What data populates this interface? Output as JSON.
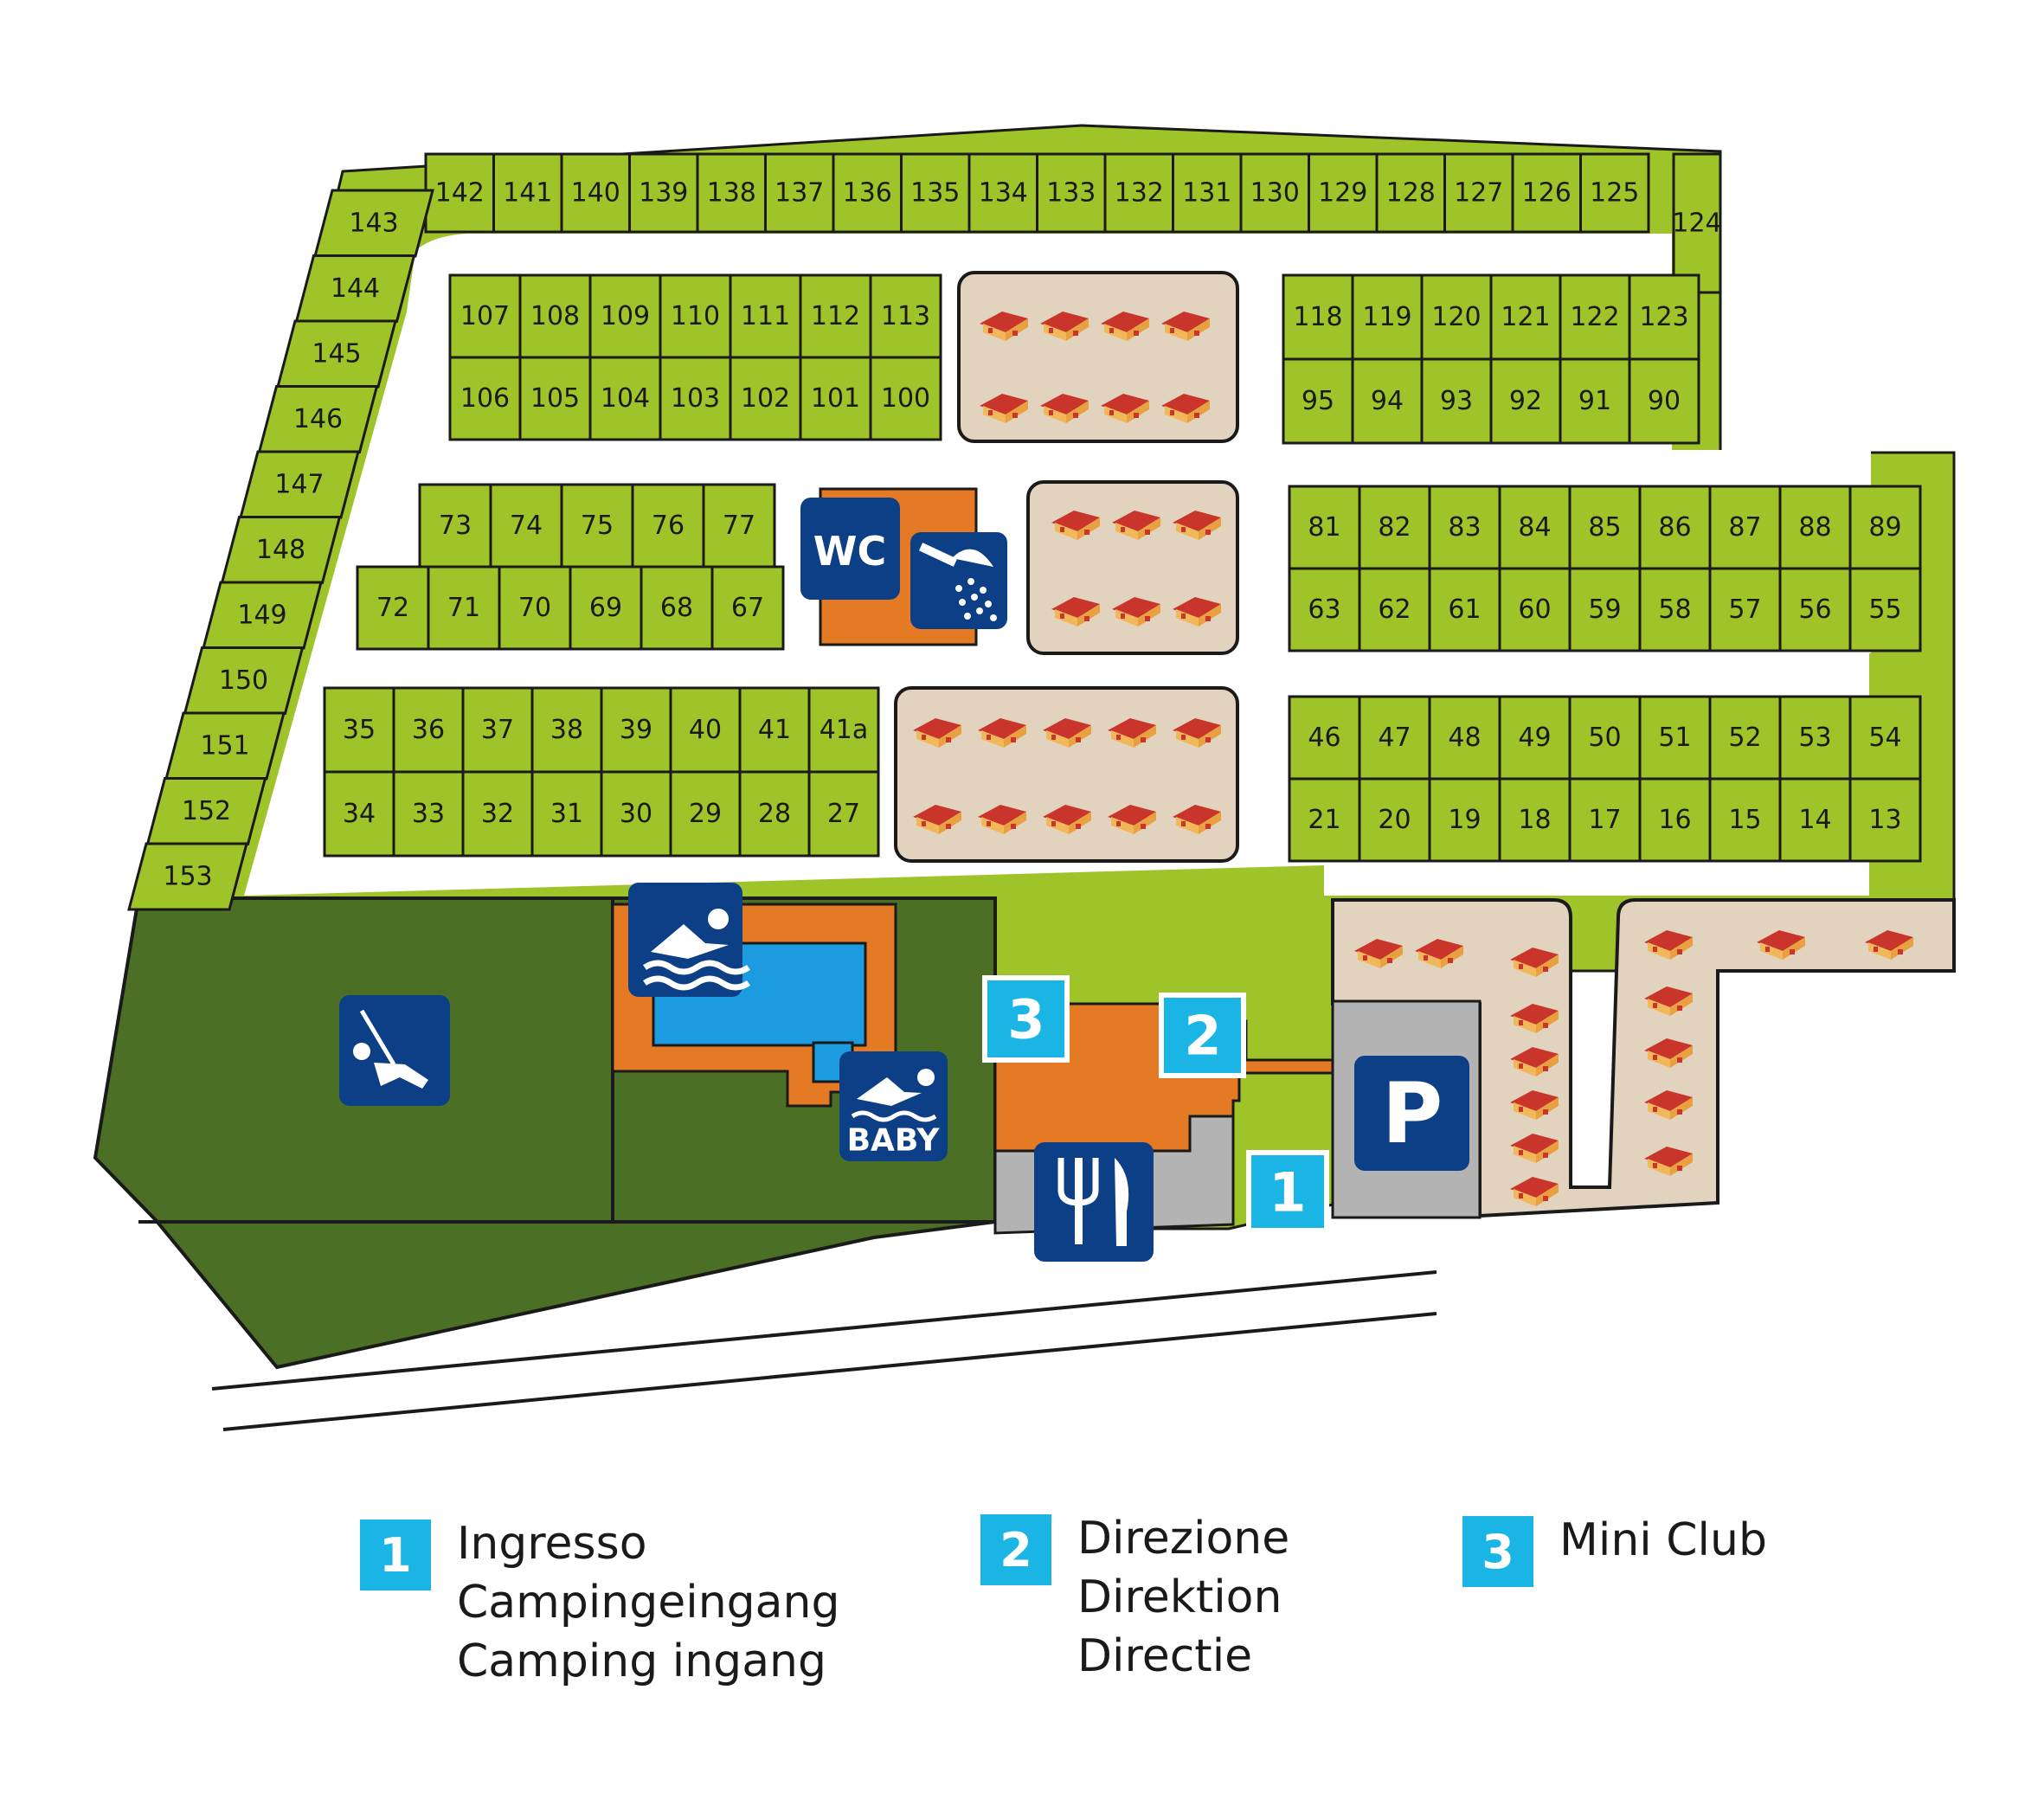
{
  "map": {
    "pitch_numbers": {
      "north_row": [
        "142",
        "141",
        "140",
        "139",
        "138",
        "137",
        "136",
        "135",
        "134",
        "133",
        "132",
        "131",
        "130",
        "129",
        "128",
        "127",
        "126",
        "125"
      ],
      "corner_east": "124",
      "west_column": [
        "143",
        "144",
        "145",
        "146",
        "147",
        "148",
        "149",
        "150",
        "151",
        "152",
        "153"
      ],
      "block_a_top": [
        "107",
        "108",
        "109",
        "110",
        "111",
        "112",
        "113"
      ],
      "block_a_bottom": [
        "106",
        "105",
        "104",
        "103",
        "102",
        "101",
        "100"
      ],
      "block_b_top": [
        "118",
        "119",
        "120",
        "121",
        "122",
        "123"
      ],
      "block_b_bottom": [
        "95",
        "94",
        "93",
        "92",
        "91",
        "90"
      ],
      "block_c_top": [
        "73",
        "74",
        "75",
        "76",
        "77"
      ],
      "block_c_bottom": [
        "72",
        "71",
        "70",
        "69",
        "68",
        "67"
      ],
      "block_d_top": [
        "81",
        "82",
        "83",
        "84",
        "85",
        "86",
        "87",
        "88",
        "89"
      ],
      "block_d_bottom": [
        "63",
        "62",
        "61",
        "60",
        "59",
        "58",
        "57",
        "56",
        "55"
      ],
      "block_e_top": [
        "35",
        "36",
        "37",
        "38",
        "39",
        "40",
        "41",
        "41a"
      ],
      "block_e_bottom": [
        "34",
        "33",
        "32",
        "31",
        "30",
        "29",
        "28",
        "27"
      ],
      "block_f_top": [
        "46",
        "47",
        "48",
        "49",
        "50",
        "51",
        "52",
        "53",
        "54"
      ],
      "block_f_bottom": [
        "21",
        "20",
        "19",
        "18",
        "17",
        "16",
        "15",
        "14",
        "13"
      ]
    },
    "icons": {
      "wc": "WC",
      "shower": "shower-icon",
      "pool": "swimming-icon",
      "baby_pool": "BABY",
      "playground": "swing-icon",
      "restaurant": "fork-knife-icon",
      "parking": "P",
      "bungalow": "bungalow-icon"
    },
    "markers": {
      "entrance": "1",
      "management": "2",
      "miniclub": "3"
    },
    "colors": {
      "pitch": "#9ec42a",
      "park": "#4b6f25",
      "bungalow_area": "#e1d3be",
      "building": "#e57a25",
      "pool_water": "#1d9be0",
      "icon_bg": "#0d3f87",
      "marker": "#1bb5e5",
      "parking_area": "#b3b3b3"
    }
  },
  "legend": [
    {
      "number": "1",
      "lines": [
        "Ingresso",
        "Campingeingang",
        "Camping ingang"
      ]
    },
    {
      "number": "2",
      "lines": [
        "Direzione",
        "Direktion",
        "Directie"
      ]
    },
    {
      "number": "3",
      "lines": [
        "Mini Club"
      ]
    }
  ]
}
